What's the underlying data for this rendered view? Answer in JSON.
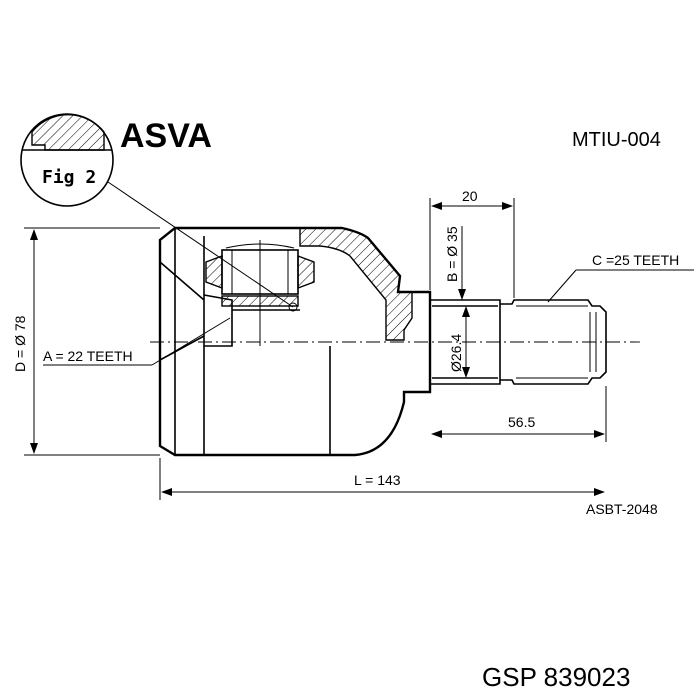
{
  "brand": "ASVA",
  "part_number": "MTIU-004",
  "fig_label": "Fig 2",
  "cross_ref": "ASBT-2048",
  "footer": "GSP 839023",
  "dimensions": {
    "d": "D = Ø 78",
    "a": "A = 22 TEETH",
    "b": "B = Ø 35",
    "c": "C =25 TEETH",
    "top_width": "20",
    "shaft_diameter": "Ø26.4",
    "shaft_length": "56.5",
    "length": "L = 143"
  }
}
